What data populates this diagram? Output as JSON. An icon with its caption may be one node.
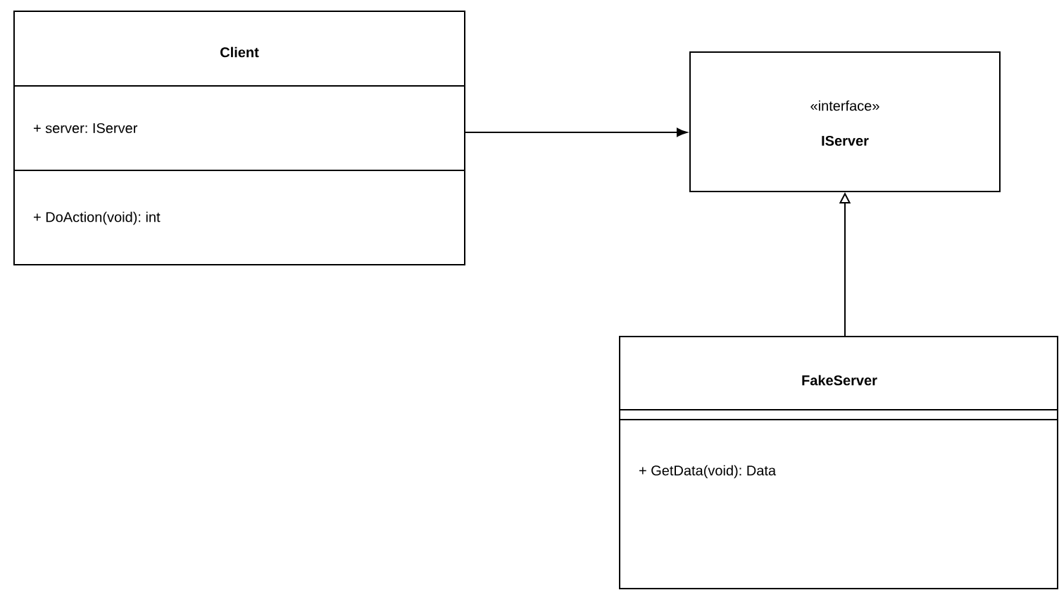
{
  "diagram": {
    "nodes": [
      {
        "text": [
          "Client",
          "+ server: IServer",
          "+ DoAction(void): int"
        ]
      },
      {
        "text": [
          "«interface»",
          "IServer"
        ]
      },
      {
        "text": [
          "FakeServer",
          "+ GetData(void): Data"
        ]
      }
    ],
    "edges": [
      {
        "from": 0,
        "to": 1,
        "arrow": "to"
      },
      {
        "from": 2,
        "to": 1,
        "arrow": "to"
      }
    ]
  }
}
